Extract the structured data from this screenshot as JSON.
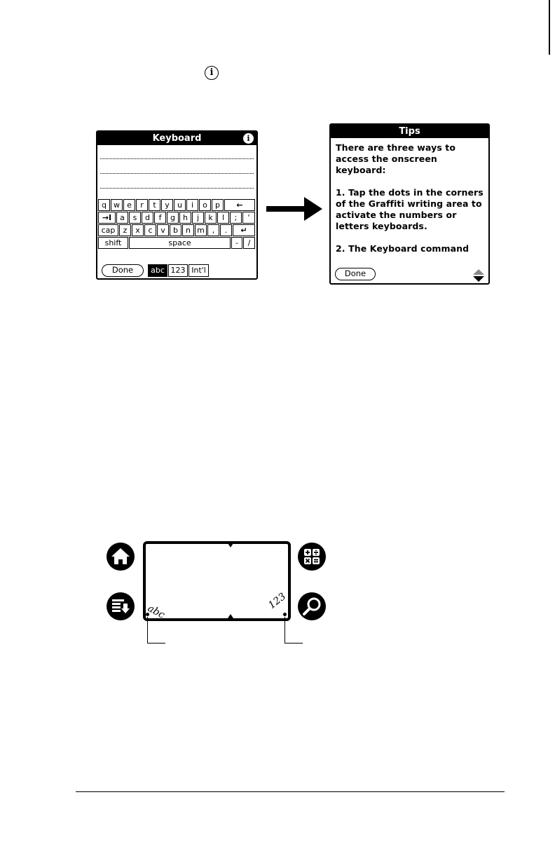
{
  "keyboard_screen": {
    "title": "Keyboard",
    "rows": [
      [
        "q",
        "w",
        "e",
        "r",
        "t",
        "y",
        "u",
        "i",
        "o",
        "p",
        "←"
      ],
      [
        "→I",
        "a",
        "s",
        "d",
        "f",
        "g",
        "h",
        "j",
        "k",
        "l",
        ";",
        "'"
      ],
      [
        "cap",
        "z",
        "x",
        "c",
        "v",
        "b",
        "n",
        "m",
        ",",
        ".",
        "↵"
      ],
      [
        "shift",
        "space",
        "-",
        "/"
      ]
    ],
    "done_label": "Done",
    "modes": [
      "abc",
      "123",
      "Int'l"
    ],
    "active_mode": "abc"
  },
  "tips_screen": {
    "title": "Tips",
    "paragraphs": [
      "There are three ways to access the onscreen keyboard:",
      "1. Tap the dots in the corners of the Graffiti writing area to activate the numbers or letters keyboards.",
      "2. The Keyboard command"
    ],
    "done_label": "Done"
  },
  "graffiti": {
    "letters_glyph": "abc",
    "numbers_glyph": "123",
    "icons": [
      "home-icon",
      "calculator-icon",
      "menu-icon",
      "find-icon"
    ]
  }
}
